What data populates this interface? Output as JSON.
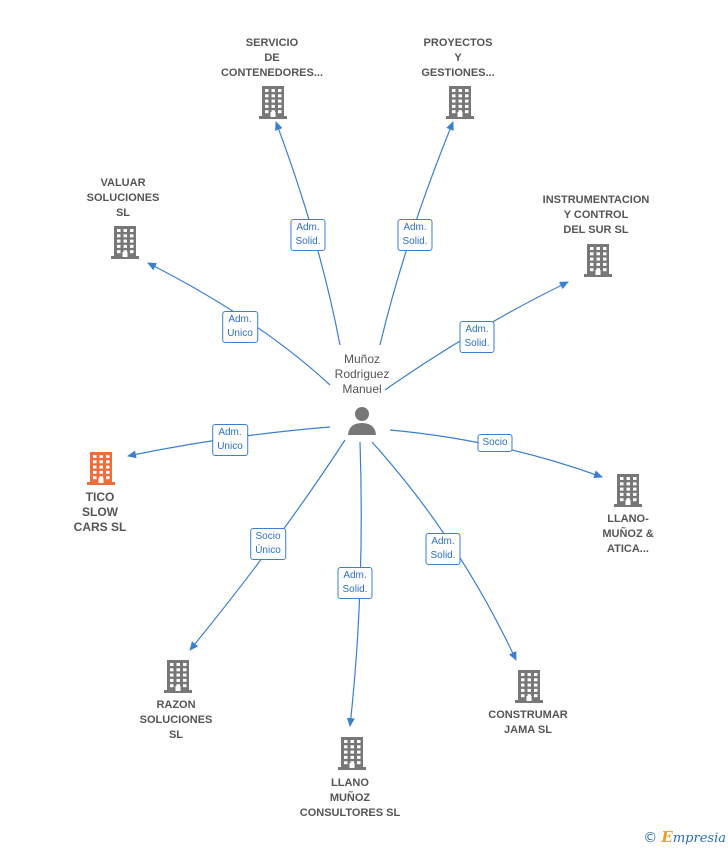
{
  "center": {
    "name": "Muñoz\nRodriguez\nManuel",
    "icon": "person-icon"
  },
  "colors": {
    "node": "#777777",
    "highlight": "#f26b3a",
    "edge": "#3a7fd0"
  },
  "nodes": [
    {
      "id": "servicio",
      "label": "SERVICIO\nDE\nCONTENEDORES...",
      "edge": "Adm.\nSolid.",
      "icon": "building-icon"
    },
    {
      "id": "proyectos",
      "label": "PROYECTOS\nY\nGESTIONES...",
      "edge": "Adm.\nSolid.",
      "icon": "building-icon"
    },
    {
      "id": "valuar",
      "label": "VALUAR\nSOLUCIONES\nSL",
      "edge": "Adm.\nUnico",
      "icon": "building-icon"
    },
    {
      "id": "instrumentacion",
      "label": "INSTRUMENTACION\nY CONTROL\nDEL SUR SL",
      "edge": "Adm.\nSolid.",
      "icon": "building-icon"
    },
    {
      "id": "tico",
      "label": "TICO\nSLOW\nCARS  SL",
      "edge": "Adm.\nUnico",
      "icon": "building-icon",
      "highlight": true
    },
    {
      "id": "llano-munoz-atica",
      "label": "LLANO-\nMUÑOZ &\nATICA...",
      "edge": "Socio",
      "icon": "building-icon"
    },
    {
      "id": "razon",
      "label": "RAZON\nSOLUCIONES\nSL",
      "edge": "Socio\nÚnico",
      "icon": "building-icon"
    },
    {
      "id": "construmar",
      "label": "CONSTRUMAR\nJAMA  SL",
      "edge": "Adm.\nSolid.",
      "icon": "building-icon"
    },
    {
      "id": "llano-consultores",
      "label": "LLANO\nMUÑOZ\nCONSULTORES SL",
      "edge": "Adm.\nSolid.",
      "icon": "building-icon"
    }
  ],
  "footer": {
    "copyright": "©",
    "brand_initial": "E",
    "brand_rest": "mpresia"
  }
}
